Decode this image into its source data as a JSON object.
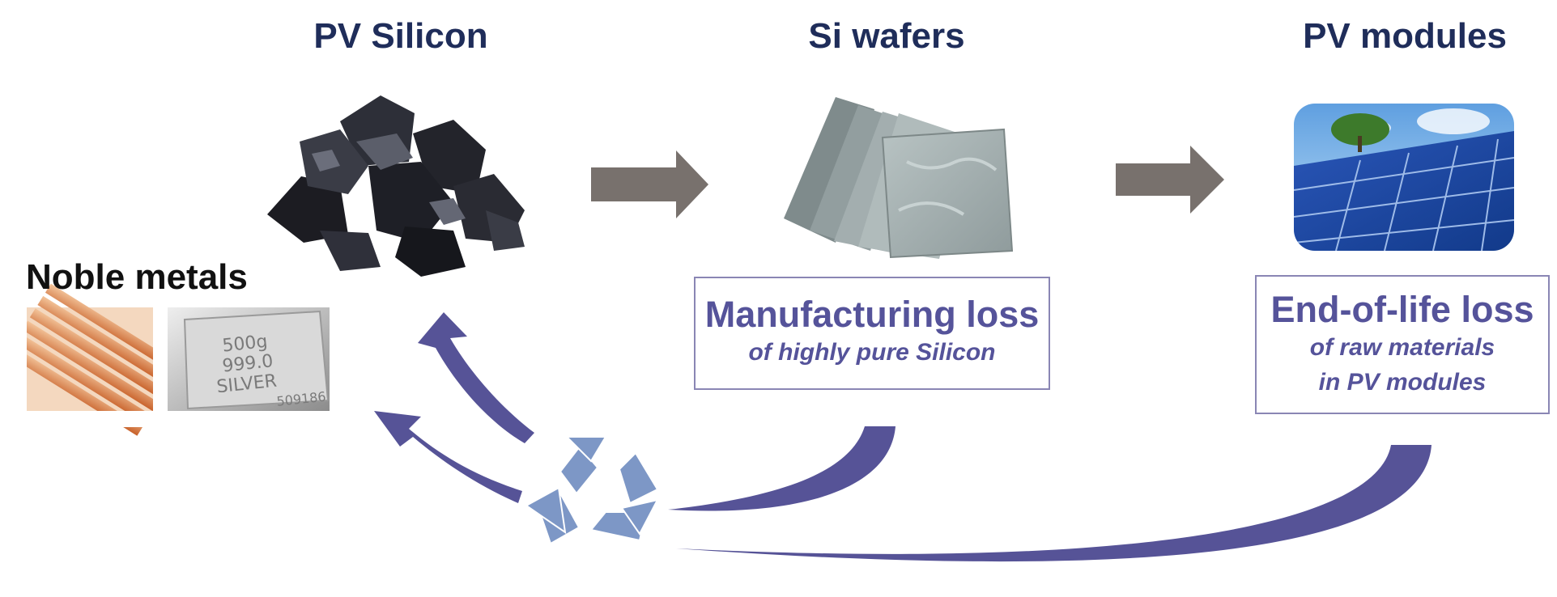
{
  "stages": {
    "pv_silicon": "PV Silicon",
    "si_wafers": "Si wafers",
    "pv_modules": "PV modules"
  },
  "noble_metals": "Noble metals",
  "manufacturing": {
    "title": "Manufacturing loss",
    "subtitle": "of highly pure Silicon"
  },
  "end_of_life": {
    "title": "End-of-life loss",
    "subtitle_line1": "of raw materials",
    "subtitle_line2": "in PV modules"
  },
  "silver_bar": {
    "line1": "500g",
    "line2": "999.0",
    "line3": "SILVER",
    "serial": "509186"
  },
  "colors": {
    "title": "#1f2d5a",
    "box_text": "#55539a",
    "flow_arrow": "#78716d",
    "recycle_arrow": "#565397",
    "recycle_symbol": "#7d97c6"
  }
}
